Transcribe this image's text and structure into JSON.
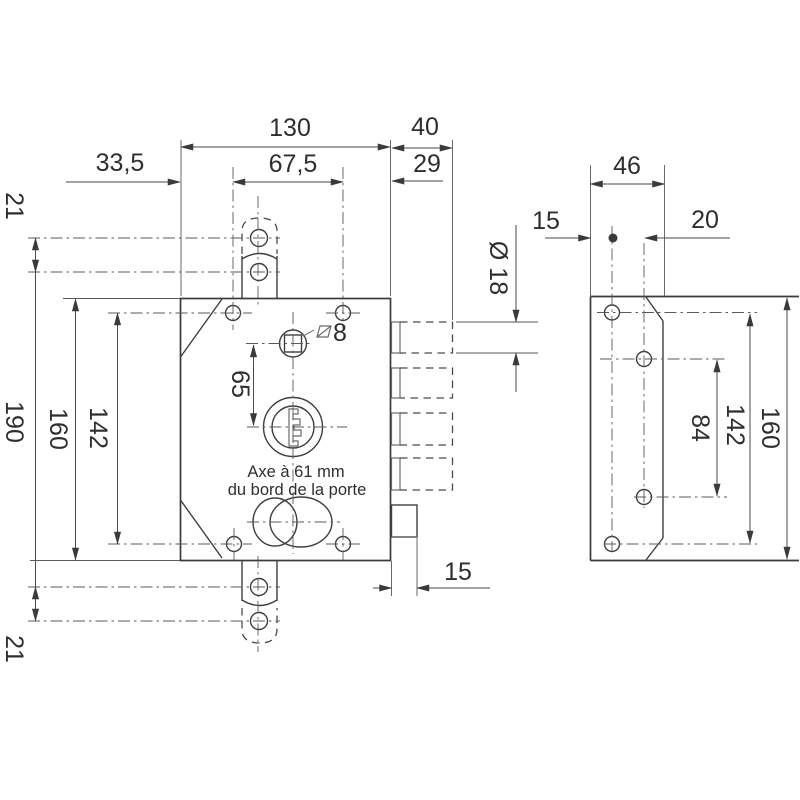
{
  "drawing": {
    "background": "#ffffff",
    "line_color": "#3a3a3a",
    "front_view": {
      "top_dims": {
        "case_width": "130",
        "bolt_throw": "40",
        "edge_to_hole": "33,5",
        "hole_spacing": "67,5",
        "dim_29": "29"
      },
      "left_dims": {
        "tab_offset_top": "21",
        "fixing_span": "190",
        "case_height": "160",
        "hole_span": "142",
        "tab_offset_bottom": "21"
      },
      "inner_dims": {
        "spindle_to_cylinder": "65",
        "spindle_square": "8",
        "bolt_diameter": "Ø 18",
        "latch_width": "15"
      },
      "note": {
        "line1": "Axe à 61 mm",
        "line2": "du bord de la porte"
      }
    },
    "side_view": {
      "dims": {
        "depth": "46",
        "edge_to_axis": "15",
        "axis_spacing": "20",
        "inner_hole_span": "84",
        "hole_span": "142",
        "height": "160"
      }
    }
  }
}
